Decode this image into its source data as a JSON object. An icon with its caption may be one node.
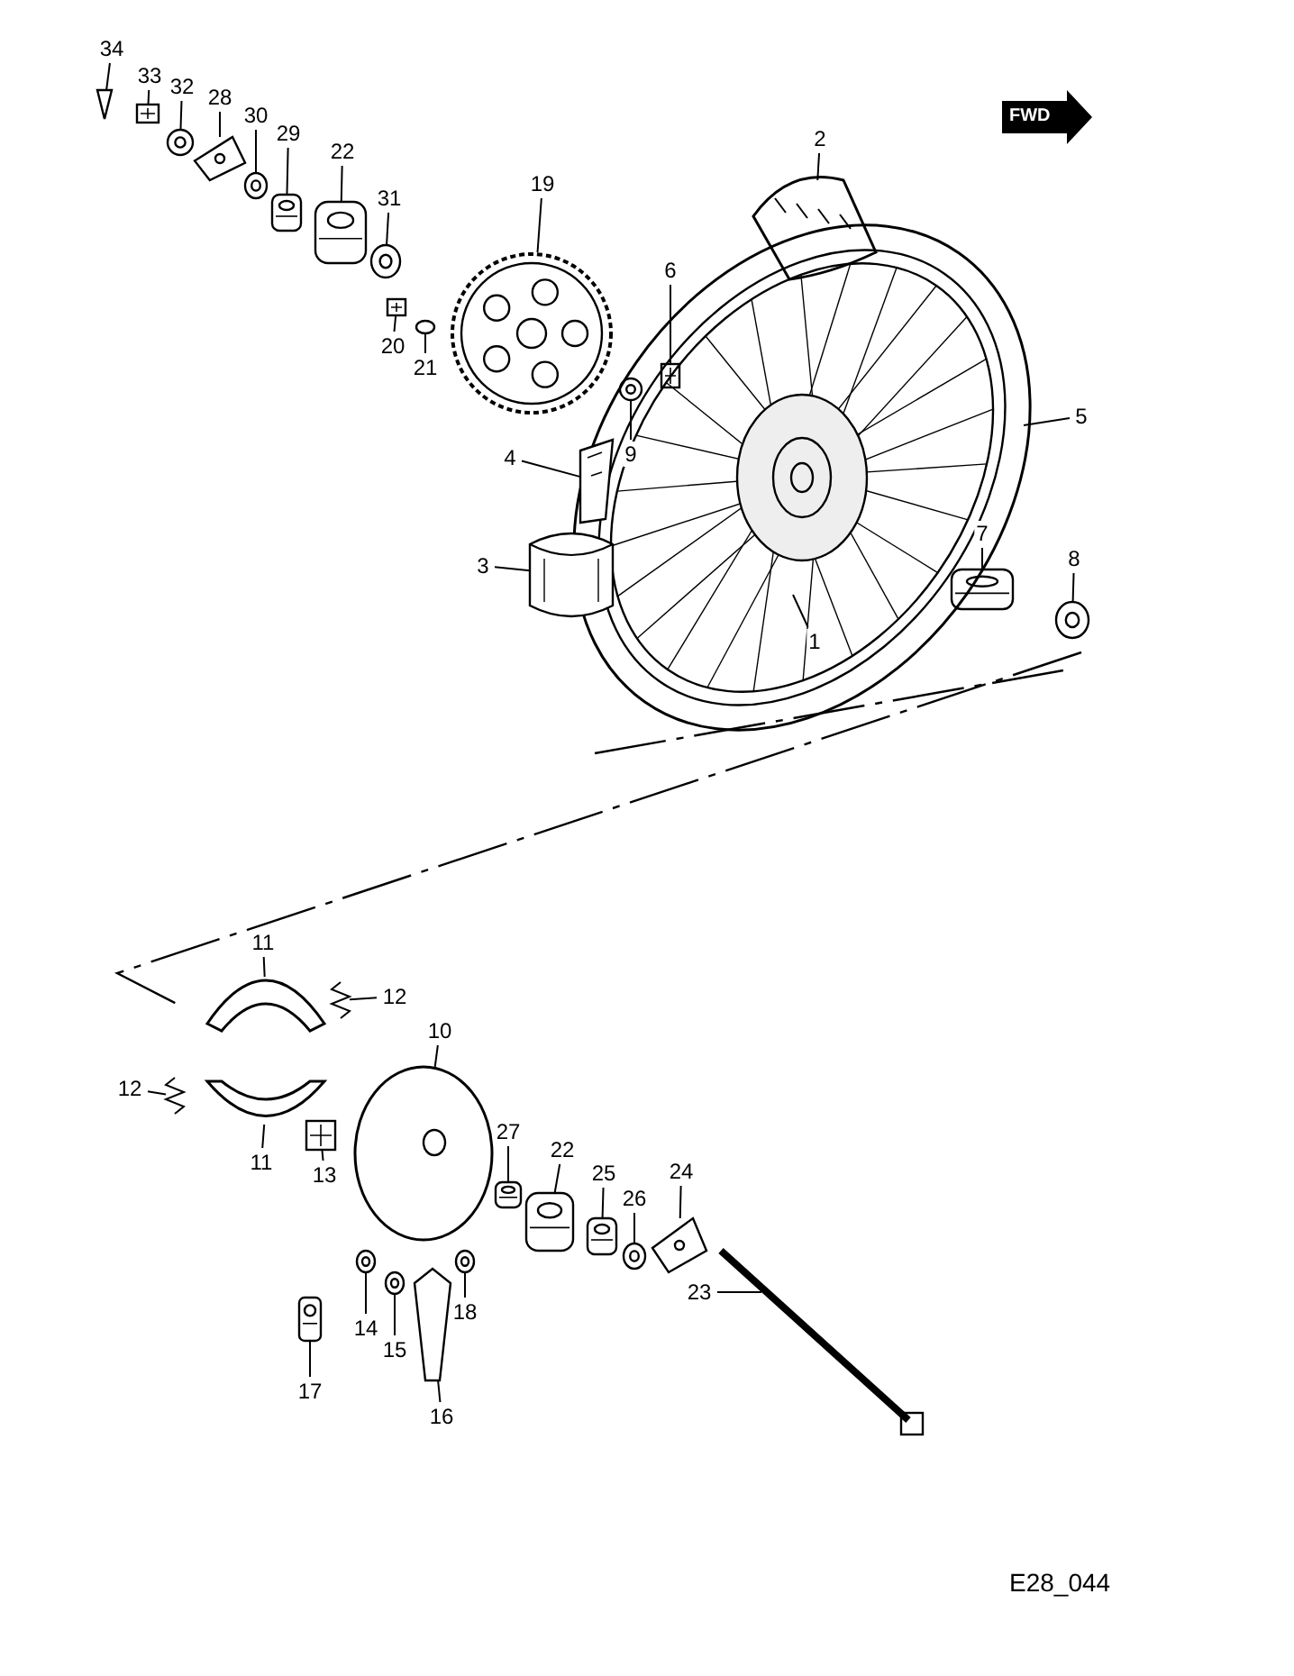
{
  "diagram": {
    "nodes": [
      {
        "text": [
          "34"
        ]
      },
      {
        "text": [
          "33"
        ]
      },
      {
        "text": [
          "32"
        ]
      },
      {
        "text": [
          "28"
        ]
      },
      {
        "text": [
          "30"
        ]
      },
      {
        "text": [
          "29"
        ]
      },
      {
        "text": [
          "22"
        ]
      },
      {
        "text": [
          "2"
        ]
      },
      {
        "text": [
          "19"
        ]
      },
      {
        "text": [
          "31"
        ]
      },
      {
        "text": [
          "6"
        ]
      },
      {
        "text": [
          "20"
        ]
      },
      {
        "text": [
          "21"
        ]
      },
      {
        "text": [
          "5"
        ]
      },
      {
        "text": [
          "9"
        ]
      },
      {
        "text": [
          "4"
        ]
      },
      {
        "text": [
          "7"
        ]
      },
      {
        "text": [
          "8"
        ]
      },
      {
        "text": [
          "3"
        ]
      },
      {
        "text": [
          "1"
        ]
      },
      {
        "text": [
          "11"
        ]
      },
      {
        "text": [
          "12"
        ]
      },
      {
        "text": [
          "10"
        ]
      },
      {
        "text": [
          "12"
        ]
      },
      {
        "text": [
          "27"
        ]
      },
      {
        "text": [
          "22"
        ]
      },
      {
        "text": [
          "11"
        ]
      },
      {
        "text": [
          "13"
        ]
      },
      {
        "text": [
          "24"
        ]
      },
      {
        "text": [
          "25"
        ]
      },
      {
        "text": [
          "26"
        ]
      },
      {
        "text": [
          "23"
        ]
      },
      {
        "text": [
          "18"
        ]
      },
      {
        "text": [
          "14"
        ]
      },
      {
        "text": [
          "15"
        ]
      },
      {
        "text": [
          "17"
        ]
      },
      {
        "text": [
          "16"
        ]
      },
      {
        "text": [],
        "shape": "picture"
      },
      {
        "text": [],
        "shape": "picture"
      },
      {
        "text": [],
        "shape": "picture"
      },
      {
        "text": [],
        "shape": "picture"
      },
      {
        "text": [],
        "shape": "picture"
      },
      {
        "text": [],
        "shape": "picture"
      },
      {
        "text": [],
        "shape": "picture"
      },
      {
        "text": [],
        "shape": "picture"
      },
      {
        "text": [],
        "shape": "picture"
      },
      {
        "text": [],
        "shape": "picture"
      },
      {
        "text": [],
        "shape": "picture"
      },
      {
        "text": [],
        "shape": "picture"
      },
      {
        "text": [],
        "shape": "picture"
      },
      {
        "text": [],
        "shape": "picture"
      },
      {
        "text": [],
        "shape": "picture"
      },
      {
        "text": [],
        "shape": "picture"
      },
      {
        "text": [],
        "shape": "picture"
      },
      {
        "text": [],
        "shape": "picture"
      },
      {
        "text": [],
        "shape": "picture"
      },
      {
        "text": [],
        "shape": "picture"
      },
      {
        "text": [],
        "shape": "picture"
      },
      {
        "text": [],
        "shape": "picture"
      },
      {
        "text": [],
        "shape": "picture"
      },
      {
        "text": [],
        "shape": "picture"
      },
      {
        "text": [],
        "shape": "picture"
      },
      {
        "text": [],
        "shape": "picture"
      },
      {
        "text": [],
        "shape": "picture"
      },
      {
        "text": [],
        "shape": "picture"
      },
      {
        "text": [],
        "shape": "picture"
      },
      {
        "text": [],
        "shape": "picture"
      },
      {
        "text": [],
        "shape": "picture"
      },
      {
        "text": [],
        "shape": "picture"
      },
      {
        "text": [],
        "shape": "picture"
      },
      {
        "text": [],
        "shape": "picture"
      },
      {
        "text": [],
        "shape": "picture"
      }
    ],
    "edges": [
      {
        "from": 0,
        "to": 37,
        "arrow": "none"
      },
      {
        "from": 1,
        "to": 38,
        "arrow": "none"
      },
      {
        "from": 2,
        "to": 39,
        "arrow": "none"
      },
      {
        "from": 3,
        "to": 40,
        "arrow": "none"
      },
      {
        "from": 4,
        "to": 41,
        "arrow": "none"
      },
      {
        "from": 5,
        "to": 42,
        "arrow": "none"
      },
      {
        "from": 6,
        "to": 43,
        "arrow": "none"
      },
      {
        "from": 7,
        "to": 44,
        "arrow": "none"
      },
      {
        "from": 8,
        "to": 45,
        "arrow": "none"
      },
      {
        "from": 9,
        "to": 46,
        "arrow": "none"
      },
      {
        "from": 10,
        "to": 47,
        "arrow": "none"
      },
      {
        "from": 11,
        "to": 48,
        "arrow": "none"
      },
      {
        "from": 12,
        "to": 49,
        "arrow": "none"
      },
      {
        "from": 13,
        "to": null,
        "arrow": "none"
      },
      {
        "from": 14,
        "to": 50,
        "arrow": "none"
      },
      {
        "from": 15,
        "to": 51,
        "arrow": "none"
      },
      {
        "from": 16,
        "to": 52,
        "arrow": "none"
      },
      {
        "from": 17,
        "to": 53,
        "arrow": "none"
      },
      {
        "from": 18,
        "to": 54,
        "arrow": "none"
      },
      {
        "from": 19,
        "to": null,
        "arrow": "none"
      },
      {
        "from": 20,
        "to": 55,
        "arrow": "none"
      },
      {
        "from": 21,
        "to": 56,
        "arrow": "none"
      },
      {
        "from": 22,
        "to": 57,
        "arrow": "none"
      },
      {
        "from": 23,
        "to": 58,
        "arrow": "none"
      },
      {
        "from": 24,
        "to": 59,
        "arrow": "none"
      },
      {
        "from": 25,
        "to": 60,
        "arrow": "none"
      },
      {
        "from": 26,
        "to": 61,
        "arrow": "none"
      },
      {
        "from": 27,
        "to": 62,
        "arrow": "none"
      },
      {
        "from": 28,
        "to": 63,
        "arrow": "none"
      },
      {
        "from": 29,
        "to": 64,
        "arrow": "none"
      },
      {
        "from": 30,
        "to": 65,
        "arrow": "none"
      },
      {
        "from": 31,
        "to": 66,
        "arrow": "none"
      },
      {
        "from": 32,
        "to": 67,
        "arrow": "none"
      },
      {
        "from": 33,
        "to": 68,
        "arrow": "none"
      },
      {
        "from": 34,
        "to": 69,
        "arrow": "none"
      },
      {
        "from": 35,
        "to": 70,
        "arrow": "none"
      },
      {
        "from": 36,
        "to": 71,
        "arrow": "none"
      }
    ],
    "labels": [
      "FWD",
      "E28_044"
    ]
  }
}
